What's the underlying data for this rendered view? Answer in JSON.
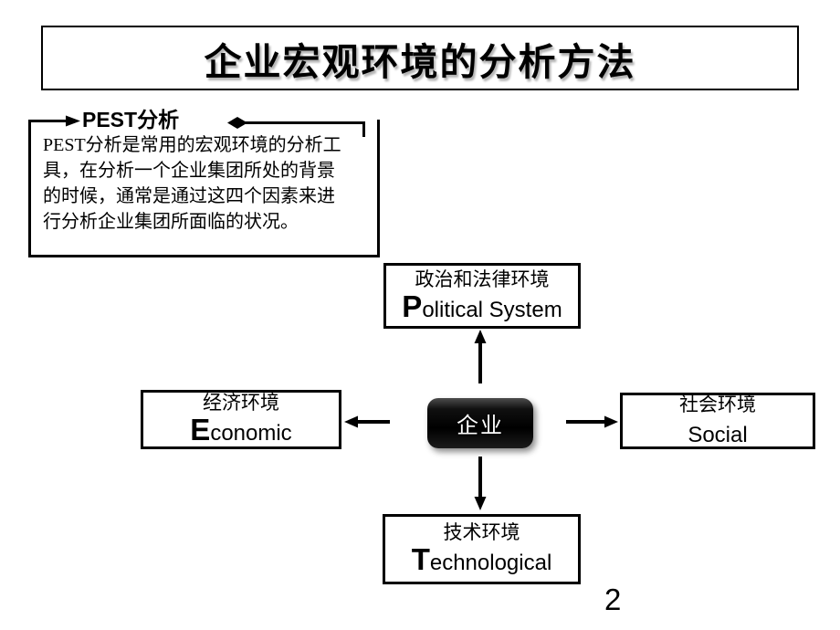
{
  "slide": {
    "title": "企业宏观环境的分析方法",
    "page_number": "2"
  },
  "pest_callout": {
    "label": "PEST分析",
    "description_lines": [
      "PEST分析是常用的宏观环境的分析工",
      "具，在分析一个企业集团所处的背景",
      "的时候，通常是通过这四个因素来进",
      "行分析企业集团所面临的状况。"
    ]
  },
  "diagram": {
    "center_label": "企业",
    "nodes": [
      {
        "id": "political",
        "cn": "政治和法律环境",
        "en_initial": "P",
        "en_rest": "olitical System"
      },
      {
        "id": "economic",
        "cn": "经济环境",
        "en_initial": "E",
        "en_rest": "conomic"
      },
      {
        "id": "social",
        "cn": "社会环境",
        "en_initial": "",
        "en_rest": "Social"
      },
      {
        "id": "technological",
        "cn": "技术环境",
        "en_initial": "T",
        "en_rest": "echnological"
      }
    ]
  },
  "colors": {
    "ink": "#000000",
    "background": "#ffffff",
    "center_fill": "#050505",
    "center_text": "#ffffff",
    "title_shadow": "#b3b3b3"
  }
}
